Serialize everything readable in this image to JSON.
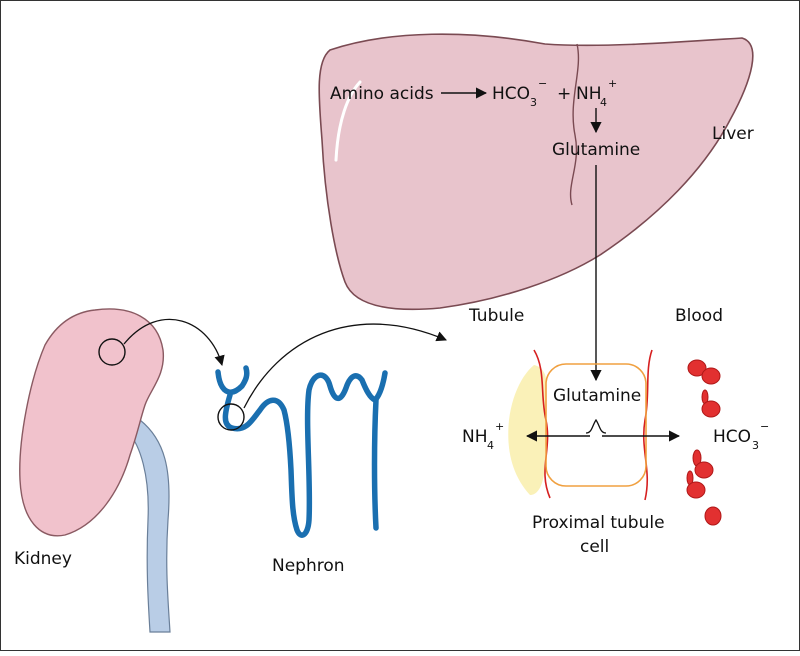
{
  "labels": {
    "amino_acids": "Amino acids",
    "hco3_base": "HCO",
    "hco3_sub": "3",
    "hco3_sup": "−",
    "plus": "+",
    "nh4_base": "NH",
    "nh4_sub": "4",
    "nh4_sup": "+",
    "glutamine": "Glutamine",
    "liver": "Liver",
    "tubule": "Tubule",
    "blood": "Blood",
    "cell_glutamine": "Glutamine",
    "cell_nh4_base": "NH",
    "cell_nh4_sub": "4",
    "cell_nh4_sup": "+",
    "cell_hco3_base": "HCO",
    "cell_hco3_sub": "3",
    "cell_hco3_sup": "−",
    "proximal_line1": "Proximal tubule",
    "proximal_line2": "cell",
    "kidney": "Kidney",
    "nephron": "Nephron"
  },
  "colors": {
    "liver_fill": "#e8c4cc",
    "liver_stroke": "#7a4a52",
    "kidney_fill": "#f1c2cc",
    "ureter_fill": "#b9cde6",
    "nephron_blue": "#1a6fb0",
    "cell_membrane": "#f0a040",
    "blood_red": "#d62020",
    "tubule_lumen": "#faf1b8"
  }
}
